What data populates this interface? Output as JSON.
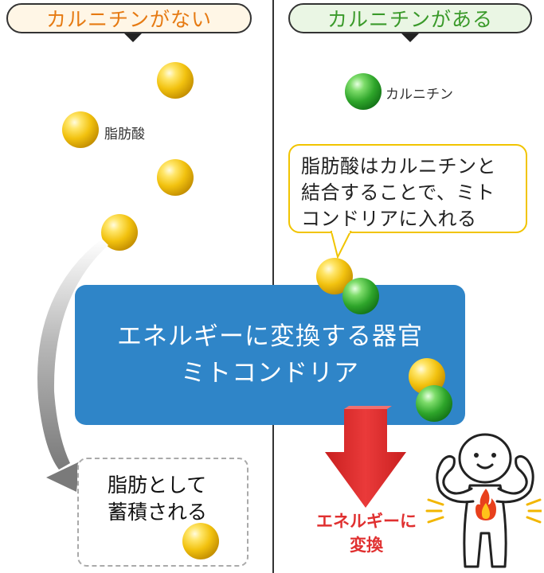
{
  "headers": {
    "left": "カルニチンがない",
    "right": "カルニチンがある"
  },
  "labels": {
    "fatty_acid": "脂肪酸",
    "carnitine": "カルニチン"
  },
  "callout": {
    "lines": [
      "脂肪酸はカルニチンと",
      "結合することで、ミト",
      "コンドリアに入れる"
    ]
  },
  "organ": {
    "line1": "エネルギーに変換する器官",
    "line2": "ミトコンドリア"
  },
  "storage": {
    "line1": "脂肪として",
    "line2": "蓄積される"
  },
  "energy": {
    "line1": "エネルギーに",
    "line2": "変換"
  },
  "colors": {
    "left_header": "#e67a12",
    "right_header": "#3a9a2a",
    "organ_box": "#2f85c8",
    "energy_text": "#e03030",
    "callout_border": "#f1c400"
  },
  "icons": [
    "fatty-acid-ball-icon",
    "carnitine-ball-icon",
    "down-arrow-icon",
    "curved-arrow-icon",
    "person-icon",
    "flame-icon"
  ]
}
